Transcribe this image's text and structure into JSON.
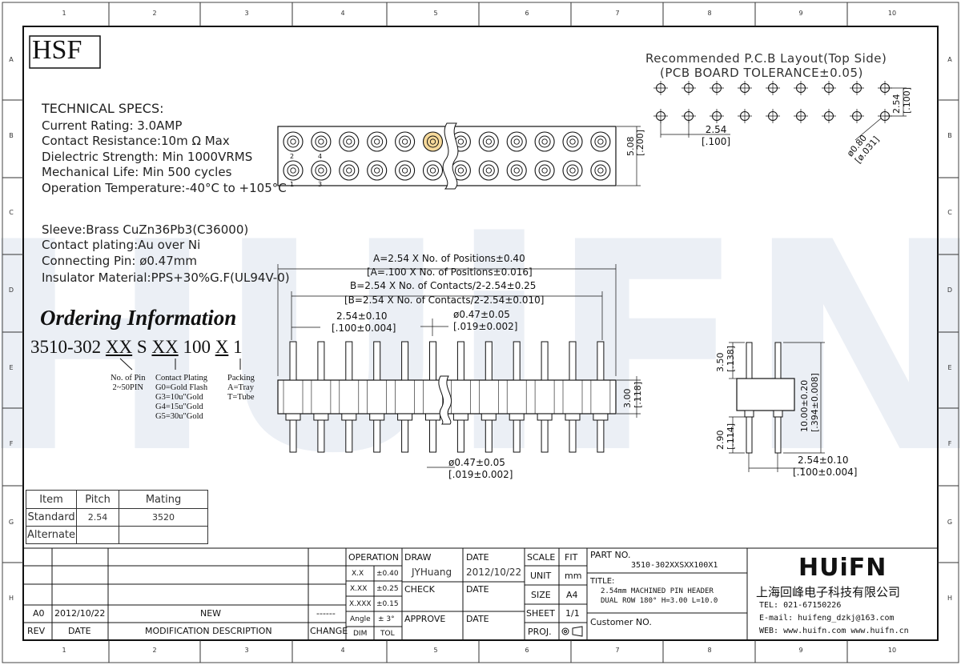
{
  "frame": {
    "col_labels": [
      "1",
      "2",
      "3",
      "4",
      "5",
      "6",
      "7",
      "8",
      "9",
      "10"
    ],
    "row_labels": [
      "A",
      "B",
      "C",
      "D",
      "E",
      "F",
      "G",
      "H"
    ]
  },
  "logo_box": "HSF",
  "watermark": "HUiFN",
  "specs": {
    "title": "TECHNICAL SPECS:",
    "lines": [
      "Current Rating: 3.0AMP",
      "Contact Resistance:10m Ω Max",
      "Dielectric Strength: Min 1000VRMS",
      "Mechanical Life: Min 500 cycles",
      "Operation Temperature:-40°C to +105°C"
    ],
    "materials": [
      "Sleeve:Brass CuZn36Pb3(C36000)",
      "Contact plating:Au over Ni",
      "Connecting Pin: ø0.47mm",
      "Insulator Material:PPS+30%G.F(UL94V-0)"
    ]
  },
  "ordering": {
    "heading": "Ordering Information",
    "part_prefix": "3510-302",
    "xx1": "XX",
    "s": "S",
    "xx2": "XX",
    "mid": "100",
    "x": "X",
    "suffix": "1",
    "notes": {
      "pin": [
        "No. of Pin",
        "2~50PIN"
      ],
      "plating": [
        "Contact Plating",
        "G0=Gold Flash",
        "G3=10u\"Gold",
        "G4=15u\"Gold",
        "G5=30u\"Gold"
      ],
      "packing": [
        "Packing",
        "A=Tray",
        "T=Tube"
      ]
    }
  },
  "pitch_table": {
    "headers": [
      "Item",
      "Pitch",
      "Mating"
    ],
    "rows": [
      [
        "Standard",
        "2.54",
        "3520"
      ],
      [
        "Alternate",
        "",
        ""
      ]
    ]
  },
  "top_view": {
    "pin_labels": [
      "2",
      "4",
      "1",
      "3"
    ],
    "height_dim": [
      "5.08",
      "[.200]"
    ]
  },
  "pcb": {
    "title1": "Recommended P.C.B Layout(Top Side)",
    "title2": "(PCB BOARD TOLERANCE±0.05)",
    "pitch_dim": [
      "2.54",
      "[.100]"
    ],
    "row_dim": [
      "2.54",
      "[.100]"
    ],
    "hole_dim": [
      "ø0.80",
      "[ø.031]"
    ]
  },
  "front_view": {
    "dim_a": "A=2.54 X No. of Positions±0.40",
    "dim_a_in": "[A=.100 X No. of Positions±0.016]",
    "dim_b": "B=2.54 X No. of Contacts/2-2.54±0.25",
    "dim_b_in": "[B=2.54 X No. of Contacts/2-2.54±0.010]",
    "pitch": [
      "2.54±0.10",
      "[.100±0.004]"
    ],
    "pin_dia_top": [
      "ø0.47±0.05",
      "[.019±0.002]"
    ],
    "pin_dia_bottom": [
      "ø0.47±0.05",
      "[.019±0.002]"
    ],
    "body_h": [
      "3.00",
      "[.118]"
    ]
  },
  "side_view": {
    "top_h": [
      "3.50",
      "[.138]"
    ],
    "total_h": [
      "10.00±0.20",
      "[.394±0.008]"
    ],
    "bottom_h": [
      "2.90",
      "[.114]"
    ],
    "row_pitch": [
      "2.54±0.10",
      "[.100±0.004]"
    ]
  },
  "title_block": {
    "rev_row": {
      "rev": "A0",
      "date": "2012/10/22",
      "desc": "NEW",
      "change": "------"
    },
    "rev_headers": [
      "REV",
      "DATE",
      "MODIFICATION DESCRIPTION",
      "CHANGE"
    ],
    "operation": "OPERATION",
    "tolerances": [
      [
        "X.X",
        "±0.40"
      ],
      [
        "X.XX",
        "±0.25"
      ],
      [
        "X.XXX",
        "±0.15"
      ],
      [
        "Angle",
        "± 3°"
      ],
      [
        "DIM",
        "TOL"
      ]
    ],
    "draw": "DRAW",
    "drawer": "JYHuang",
    "check": "CHECK",
    "approve": "APPROVE",
    "date_label": "DATE",
    "draw_date": "2012/10/22",
    "scale": "SCALE",
    "fit": "FIT",
    "unit_label": "UNIT",
    "unit": "mm",
    "size_label": "SIZE",
    "size": "A4",
    "sheet_label": "SHEET",
    "sheet": "1/1",
    "proj_label": "PROJ.",
    "part_no_label": "PART NO.",
    "part_no": "3510-302XXSXX100X1",
    "title_label": "TITLE:",
    "title_line1": "2.54mm MACHINED PIN HEADER",
    "title_line2": "DUAL ROW 180° H=3.00 L=10.0",
    "customer": "Customer NO.",
    "company_logo": "HUiFN",
    "company_name": "上海回峰电子科技有限公司",
    "tel": "TEL: 021-67150226",
    "email": "E-mail: huifeng_dzkj@163.com",
    "web": "WEB: www.huifn.com  www.huifn.cn"
  }
}
